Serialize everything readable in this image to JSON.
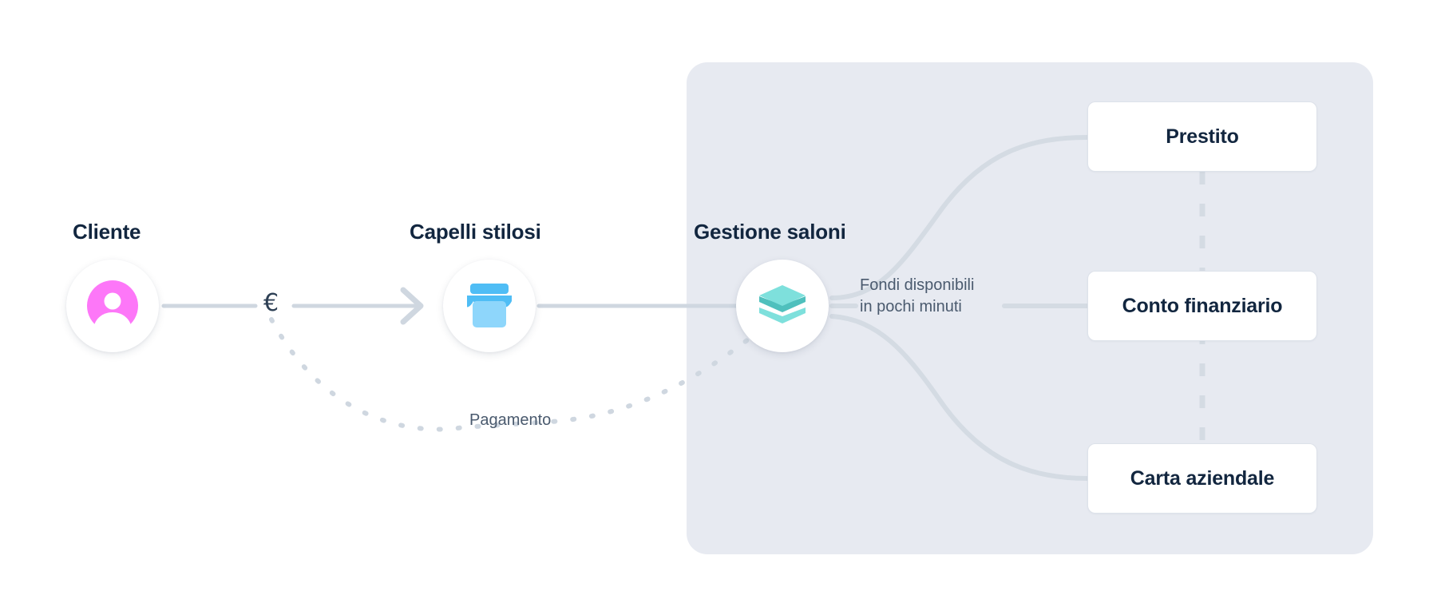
{
  "diagram": {
    "title": "Payments and embedded finance flow",
    "language": "it",
    "background_color": "#ffffff",
    "platform_panel": {
      "name": "platform-container",
      "fill": "#e7eaf1"
    },
    "nodes": [
      {
        "id": "cliente",
        "label": "Cliente",
        "icon": "person-avatar-icon",
        "icon_color": "#fd77f8"
      },
      {
        "id": "capelli-stilosi",
        "label": "Capelli stilosi",
        "icon": "storefront-icon",
        "icon_color": "#7dd3fc"
      },
      {
        "id": "gestione-saloni",
        "label": "Gestione saloni",
        "icon": "layers-stack-icon",
        "icon_color": "#7ee0dc"
      }
    ],
    "edges": [
      {
        "id": "payment-flow",
        "label": "€",
        "style": "solid-arrow"
      },
      {
        "id": "pagamento-flow",
        "label": "Pagamento",
        "style": "dashed"
      },
      {
        "id": "funds-flow",
        "label_line1": "Fondi disponibili",
        "label_line2": "in pochi minuti",
        "style": "solid"
      }
    ],
    "products": [
      {
        "id": "prestito",
        "label": "Prestito"
      },
      {
        "id": "conto-finanziario",
        "label": "Conto finanziario"
      },
      {
        "id": "carta-aziendale",
        "label": "Carta aziendale"
      }
    ],
    "colors": {
      "text_dark": "#12263f",
      "text_muted": "#4a5a6e",
      "wire": "#cfd7e0",
      "panel": "#e7eaf1",
      "box_border": "#dde2ea",
      "avatar_pink": "#fd77f8",
      "store_blue": "#7dd3fc",
      "store_blue_dark": "#4fbdf5",
      "layers_teal": "#7ee0dc",
      "layers_teal_dark": "#4fc0bd"
    }
  }
}
